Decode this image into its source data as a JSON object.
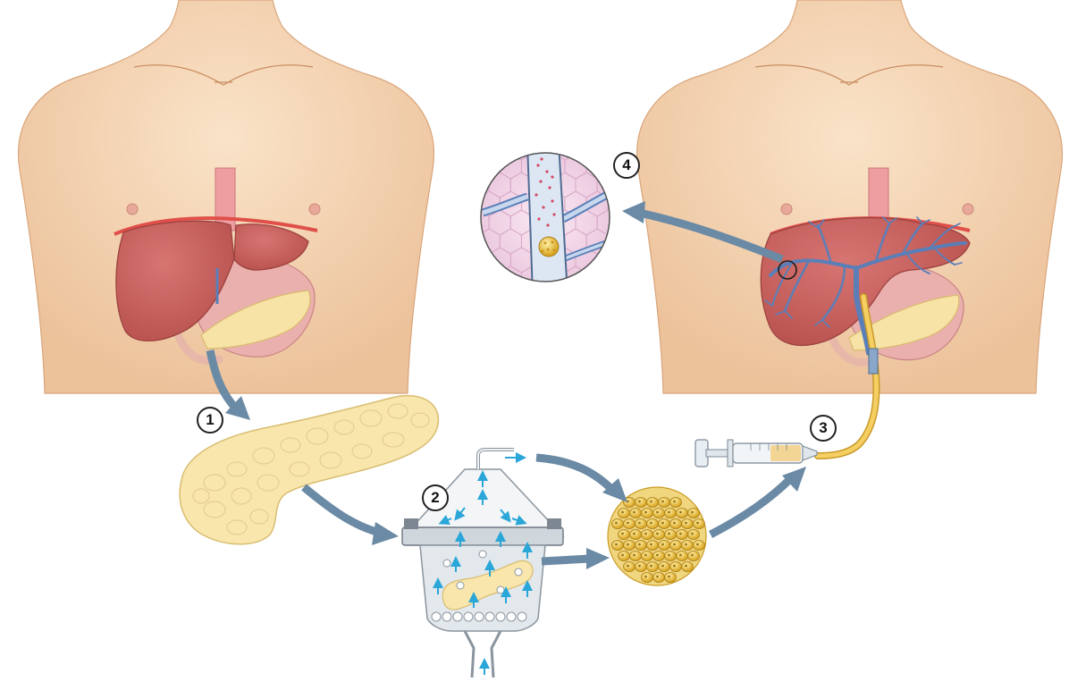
{
  "steps": [
    "1",
    "2",
    "3",
    "4"
  ],
  "colors": {
    "skin": "#f6d6b4",
    "skin_shadow": "#e9b98f",
    "liver": "#c8625f",
    "liver_dark": "#a94b48",
    "stomach": "#eab0ad",
    "pancreas": "#f7e3a6",
    "pancreas_outline": "#d8bb6e",
    "vessel_blue": "#5a7fb8",
    "arrow": "#6b8aa5",
    "diaphragm": "#e0504a",
    "catheter": "#f0c14b",
    "islet": "#e8b830",
    "flow_arrow": "#2aa6d8"
  }
}
